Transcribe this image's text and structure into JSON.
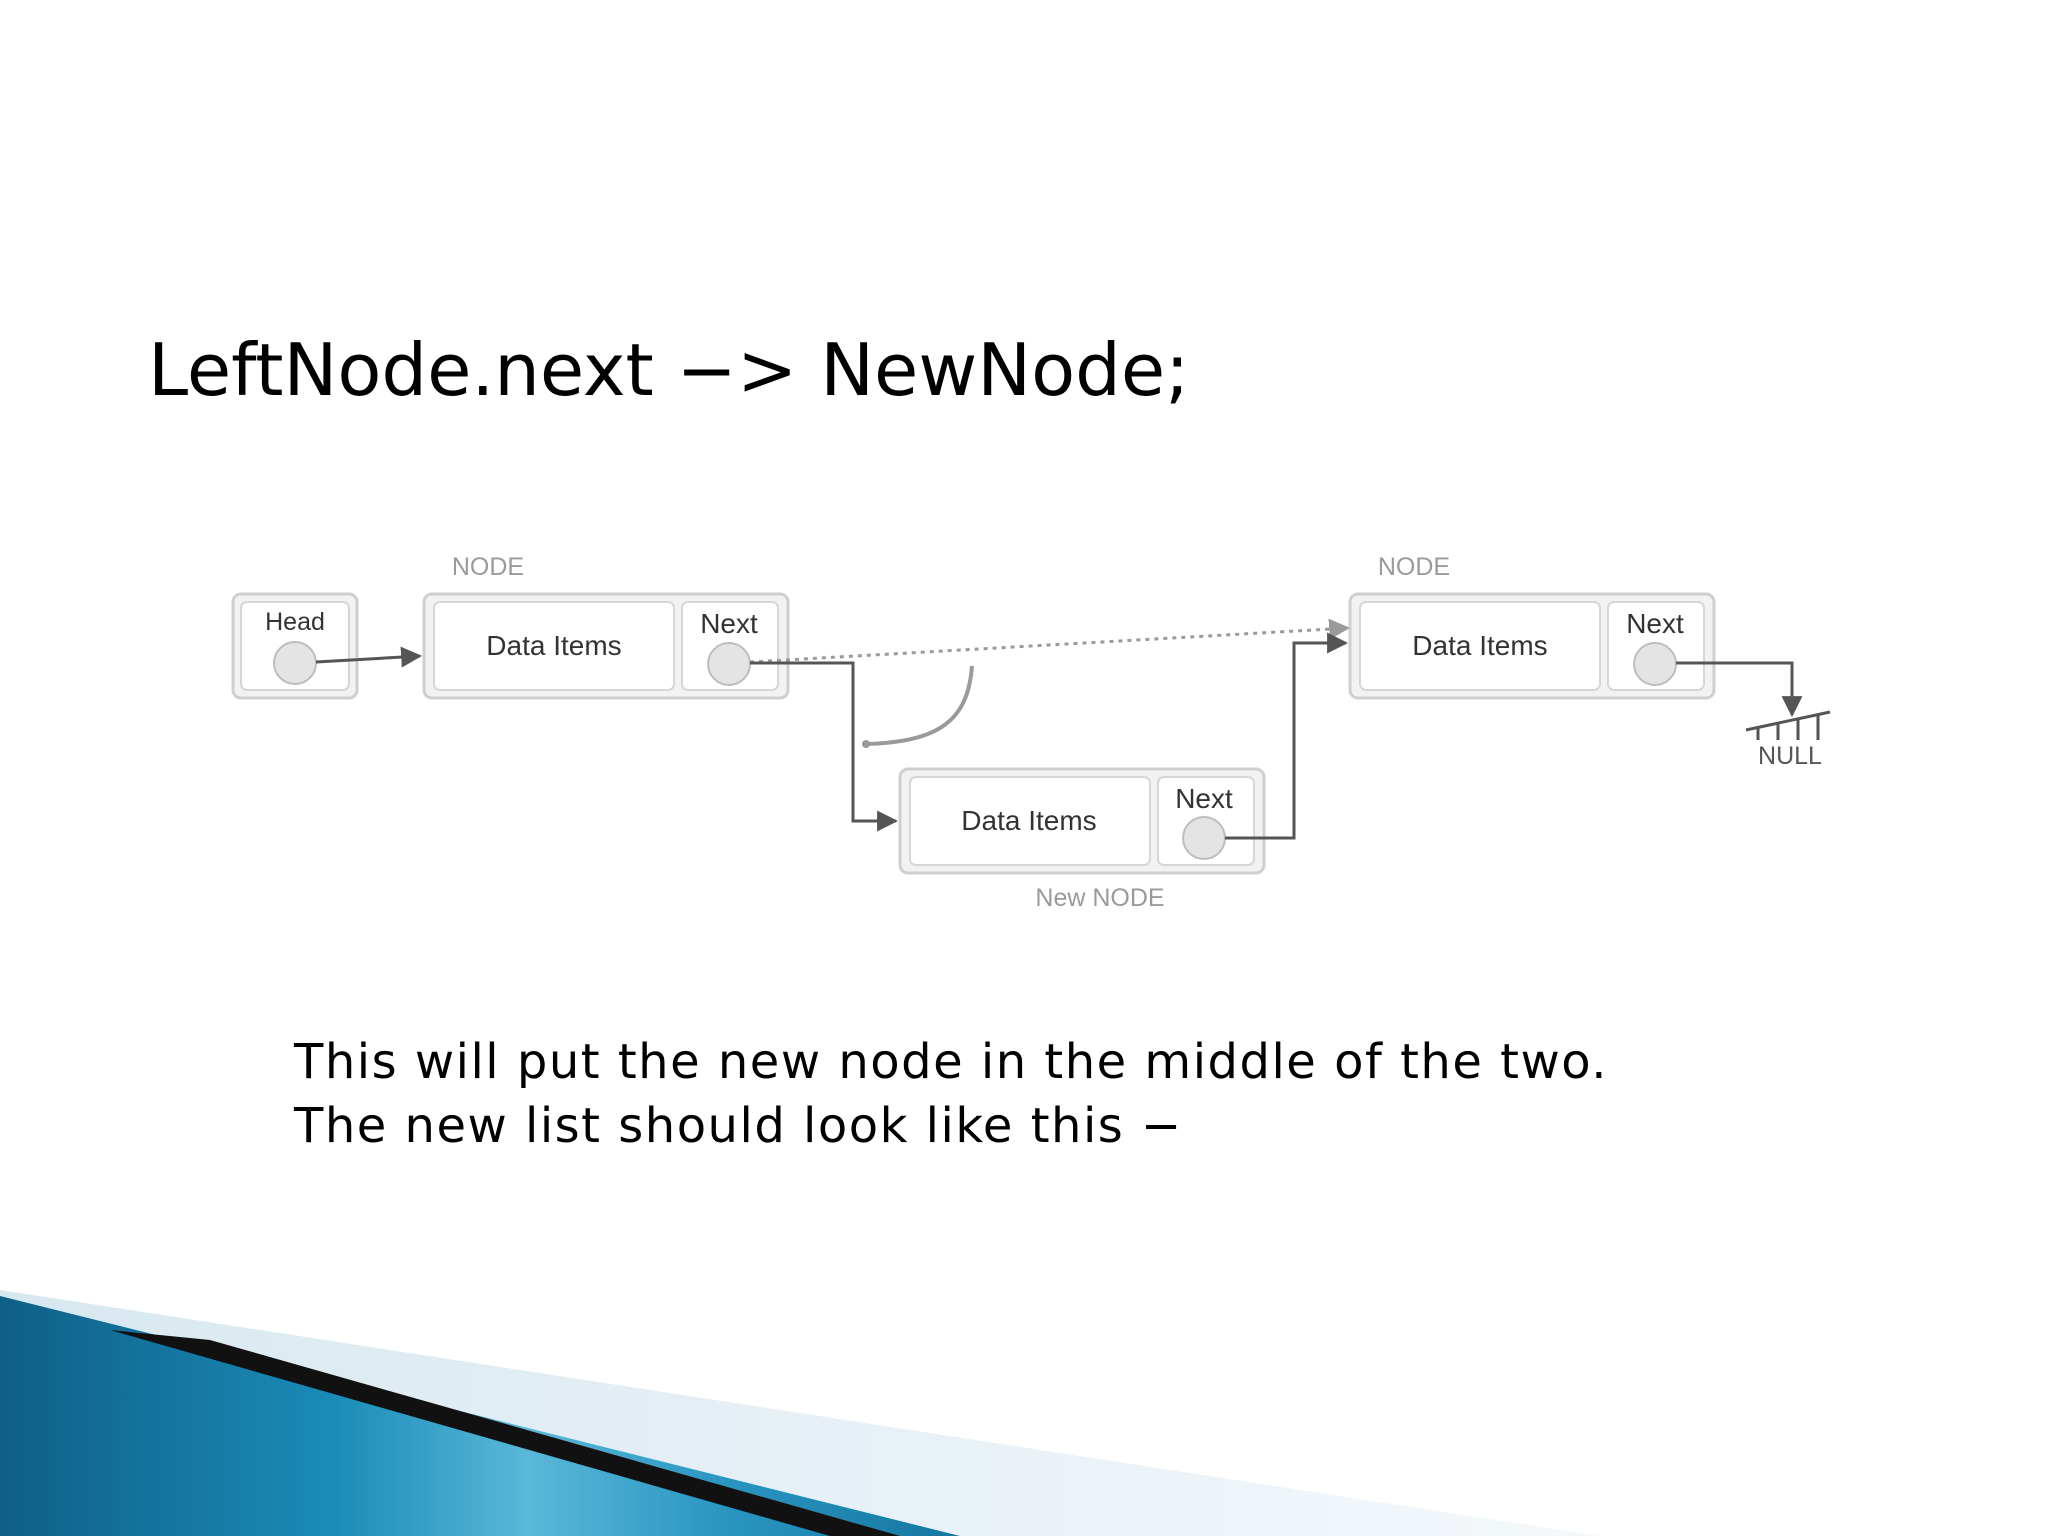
{
  "slide": {
    "title": "LeftNode.next −> NewNode;",
    "body_lines": [
      "This will put the new node in the middle of the two.",
      "The new list should look like this −"
    ]
  },
  "diagram": {
    "head": {
      "label": "Head"
    },
    "left_node": {
      "caption": "NODE",
      "data_label": "Data Items",
      "next_label": "Next"
    },
    "right_node": {
      "caption": "NODE",
      "data_label": "Data Items",
      "next_label": "Next"
    },
    "new_node": {
      "caption": "New NODE",
      "data_label": "Data Items",
      "next_label": "Next"
    },
    "null_label": "NULL"
  },
  "colors": {
    "text": "#000000",
    "node_border": "#cfcfcf",
    "node_fill": "#f4f4f4",
    "arrow": "#555555",
    "caption": "#9a9a9a",
    "accent_blue": "#1a7ea8"
  }
}
